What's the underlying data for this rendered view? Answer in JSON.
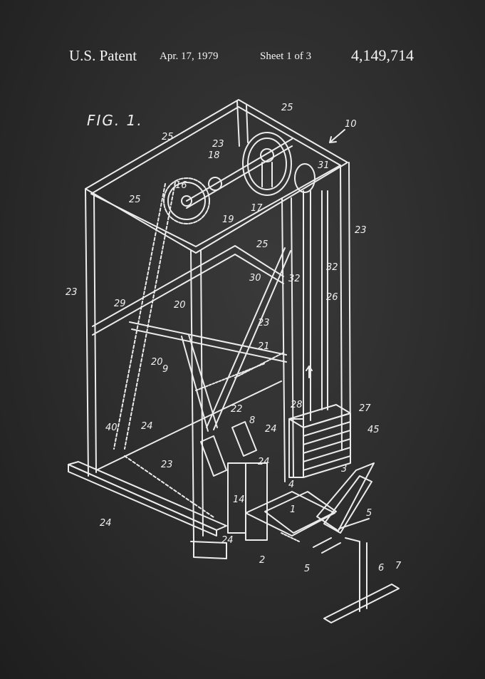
{
  "header": {
    "patent": "U.S. Patent",
    "date": "Apr. 17, 1979",
    "sheet": "Sheet 1 of 3",
    "number": "4,149,714"
  },
  "figure": {
    "title": "FIG. 1.",
    "labels": [
      "25",
      "10",
      "23",
      "25",
      "18",
      "31",
      "16",
      "19",
      "17",
      "23",
      "25",
      "25",
      "30",
      "32",
      "32",
      "23",
      "26",
      "29",
      "20",
      "23",
      "20",
      "21",
      "9",
      "28",
      "27",
      "22",
      "8",
      "24",
      "45",
      "40",
      "24",
      "23",
      "24",
      "3",
      "14",
      "4",
      "1",
      "5",
      "24",
      "2",
      "5",
      "6",
      "7",
      "24"
    ]
  },
  "colors": {
    "background": "#2b2b2b",
    "ink": "#f0f0f0"
  }
}
